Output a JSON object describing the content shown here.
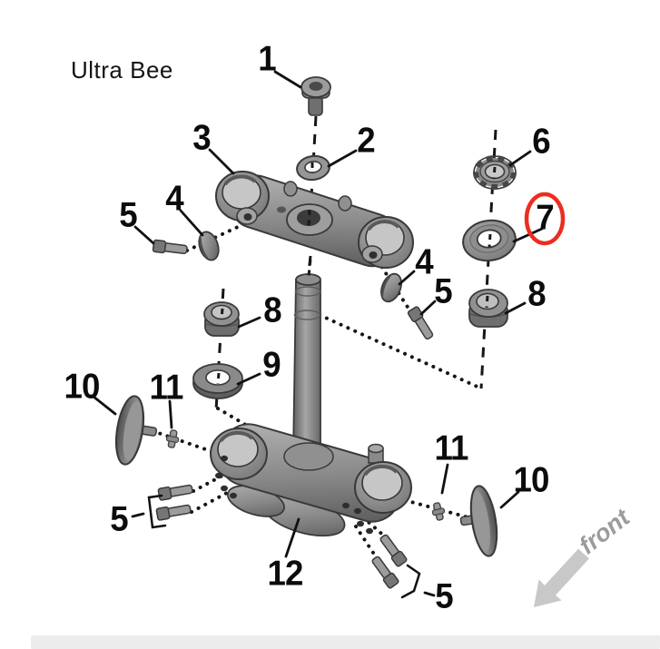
{
  "title": "Ultra Bee",
  "orientation_label": "front",
  "highlight": {
    "part": "7",
    "color": "#ec2d20"
  },
  "callouts": [
    {
      "label": "1"
    },
    {
      "label": "2"
    },
    {
      "label": "3"
    },
    {
      "label": "4"
    },
    {
      "label": "5"
    },
    {
      "label": "6"
    },
    {
      "label": "7"
    },
    {
      "label": "8"
    },
    {
      "label": "8"
    },
    {
      "label": "9"
    },
    {
      "label": "10"
    },
    {
      "label": "11"
    },
    {
      "label": "11"
    },
    {
      "label": "10"
    },
    {
      "label": "5"
    },
    {
      "label": "12"
    },
    {
      "label": "5"
    },
    {
      "label": "4"
    },
    {
      "label": "5"
    }
  ]
}
